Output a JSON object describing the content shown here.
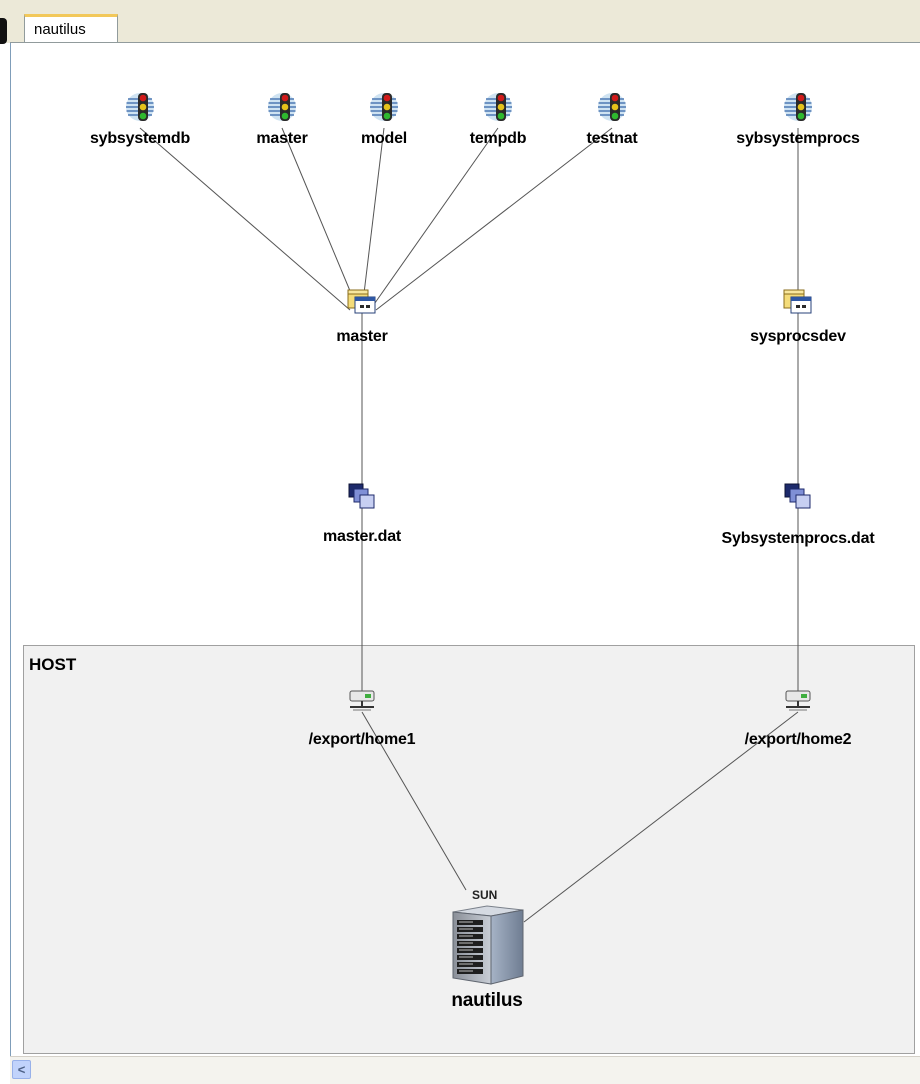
{
  "window": {
    "tab_label": "nautilus"
  },
  "diagram": {
    "host_group_label": "HOST",
    "databases": [
      {
        "id": "sybsystemdb",
        "label": "sybsystemdb"
      },
      {
        "id": "master-db",
        "label": "master"
      },
      {
        "id": "model",
        "label": "model"
      },
      {
        "id": "tempdb",
        "label": "tempdb"
      },
      {
        "id": "testnat",
        "label": "testnat"
      },
      {
        "id": "sybsystemprocs",
        "label": "sybsystemprocs"
      }
    ],
    "devices": [
      {
        "id": "master-dev",
        "label": "master"
      },
      {
        "id": "sysprocsdev",
        "label": "sysprocsdev"
      }
    ],
    "files": [
      {
        "id": "master-dat",
        "label": "master.dat"
      },
      {
        "id": "sybsystemprocs-dat",
        "label": "Sybsystemprocs.dat"
      }
    ],
    "filesystems": [
      {
        "id": "export-home1",
        "label": "/export/home1"
      },
      {
        "id": "export-home2",
        "label": "/export/home2"
      }
    ],
    "host": {
      "id": "nautilus-host",
      "label": "nautilus",
      "vendor_badge": "SUN"
    },
    "links": [
      [
        "sybsystemdb",
        "master-dev"
      ],
      [
        "master-db",
        "master-dev"
      ],
      [
        "model",
        "master-dev"
      ],
      [
        "tempdb",
        "master-dev"
      ],
      [
        "testnat",
        "master-dev"
      ],
      [
        "sybsystemprocs",
        "sysprocsdev"
      ],
      [
        "master-dev",
        "master-dat"
      ],
      [
        "sysprocsdev",
        "sybsystemprocs-dat"
      ],
      [
        "master-dat",
        "export-home1"
      ],
      [
        "sybsystemprocs-dat",
        "export-home2"
      ],
      [
        "export-home1",
        "nautilus-host"
      ],
      [
        "export-home2",
        "nautilus-host"
      ]
    ]
  },
  "icons": {
    "database": "database-traffic-light-icon",
    "device": "device-folder-icon",
    "file": "data-file-icon",
    "filesystem": "filesystem-drive-icon",
    "host": "sun-server-icon",
    "scroll_left": "scroll-left-arrow-icon"
  },
  "colors": {
    "tab_accent": "#f2c85a",
    "host_group_bg": "#f1f1f1",
    "link": "#555555"
  }
}
